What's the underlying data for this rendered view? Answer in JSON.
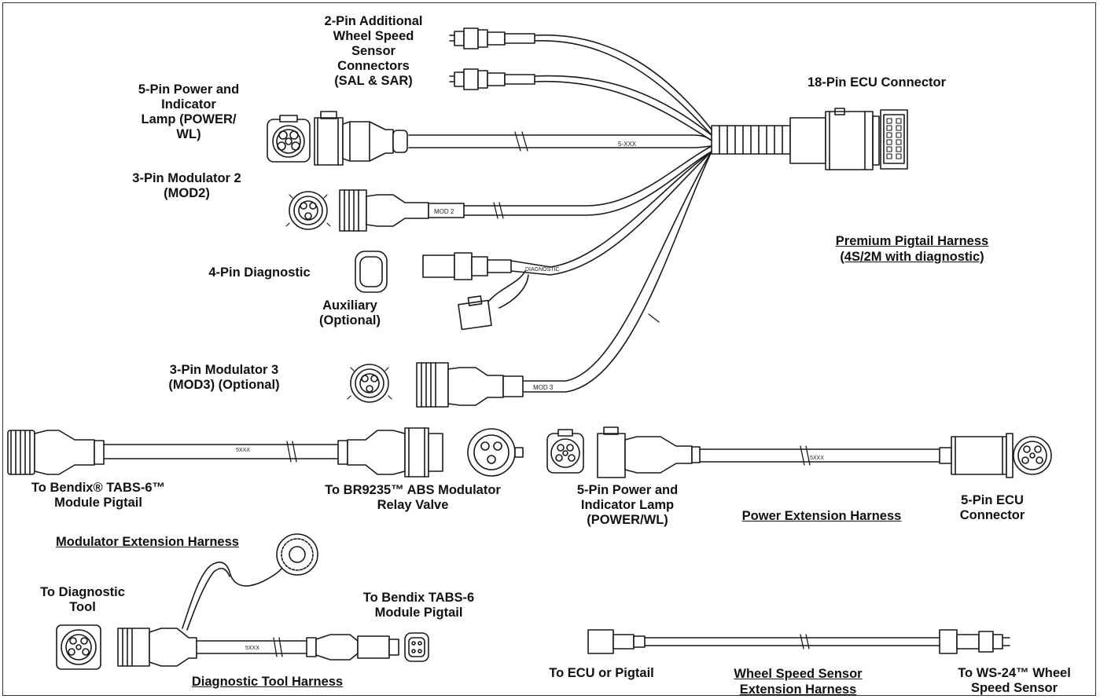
{
  "labels": {
    "two_pin_wss": "2-Pin Additional\nWheel Speed\nSensor\nConnectors\n(SAL & SAR)",
    "eighteen_pin_ecu": "18-Pin ECU Connector",
    "five_pin_power": "5-Pin Power and\nIndicator\nLamp (POWER/\nWL)",
    "three_pin_mod2": "3-Pin Modulator 2\n(MOD2)",
    "four_pin_diag": "4-Pin Diagnostic",
    "auxiliary": "Auxiliary\n(Optional)",
    "three_pin_mod3": "3-Pin Modulator 3\n(MOD3) (Optional)",
    "to_tabs6": "To Bendix® TABS-6™\nModule Pigtail",
    "to_br9235": "To BR9235™ ABS Modulator\nRelay Valve",
    "five_pin_power_lamp": "5-Pin Power and\nIndicator Lamp\n(POWER/WL)",
    "five_pin_ecu": "5-Pin ECU\nConnector",
    "to_diag_tool": "To Diagnostic\nTool",
    "to_tabs6_pigtail": "To Bendix TABS-6\nModule Pigtail",
    "to_ecu_pigtail": "To ECU or Pigtail",
    "to_ws24": "To WS-24™ Wheel\nSpeed Sensor"
  },
  "titles": {
    "premium_pigtail": "Premium Pigtail Harness\n(4S/2M with diagnostic)",
    "modulator_ext": "Modulator Extension Harness",
    "power_ext": "Power Extension Harness",
    "diag_tool": "Diagnostic Tool Harness",
    "wss_ext": "Wheel Speed Sensor\nExtension Harness"
  },
  "cable_marks": {
    "power": "5-XXX",
    "mod2": "MOD 2",
    "diag": "DIAGNOSTIC",
    "mod3": "MOD 3",
    "mod_ext": "5XXX",
    "power_ext": "5XXX",
    "diag_tool": "5XXX"
  }
}
